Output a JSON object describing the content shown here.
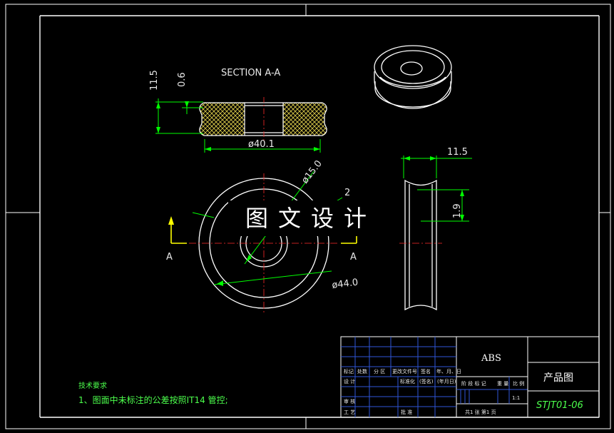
{
  "section_view": {
    "title": "SECTION A-A",
    "dim_height": "11.5",
    "dim_groove": "0.6",
    "dim_diameter": "ø40.1"
  },
  "front_view": {
    "dim_inner": "ø15.0",
    "dim_outer": "ø44.0",
    "dim_partial": "2",
    "section_mark_left": "A",
    "section_mark_right": "A"
  },
  "side_view": {
    "dim_width": "11.5",
    "dim_groove": "1.9"
  },
  "watermark": "图文设计",
  "notes": {
    "heading": "技术要求",
    "line1": "1、图面中未标注的公差按照IT14 管控;"
  },
  "title_block": {
    "material": "ABS",
    "name": "产品图",
    "code": "STJT01-06",
    "scale": "1:1",
    "row_labels": [
      "标记",
      "处数",
      "分 区",
      "更改文件号",
      "签名",
      "年、月、日"
    ],
    "design_label": "设 计",
    "standardize_label": "标准化",
    "sign_label": "(签名)",
    "date_label": "(年月日)",
    "check_label": "审 核",
    "process_label": "工 艺",
    "approve_label": "批 准",
    "stage_header": [
      "阶 段 标 记",
      "重 量",
      "比 例"
    ],
    "sheet_info": "共1 张  第1 页"
  },
  "colors": {
    "background": "#000000",
    "border": "#ffffff",
    "dimension": "#00ff00",
    "hatch": "#d8c84a",
    "centerline": "#ff2a2a",
    "title_block_lines": "#2f56d8"
  }
}
